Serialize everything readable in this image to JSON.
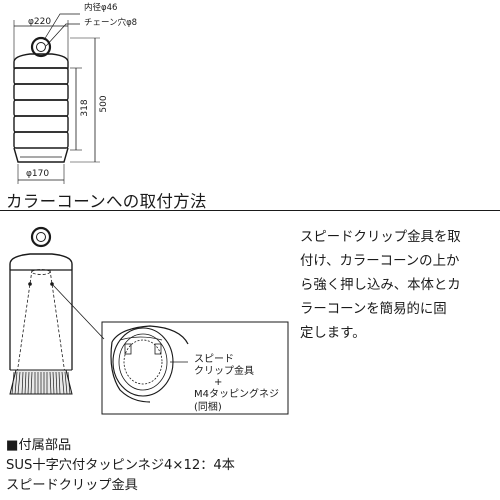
{
  "top_diagram": {
    "dim_top_width": "φ220",
    "dim_inner_dia": "内径φ46",
    "dim_chain_hole": "チェーン穴φ8",
    "dim_total_height": "500",
    "dim_body_height": "318",
    "dim_bottom_width": "φ170"
  },
  "section_title": "カラーコーンへの取付方法",
  "description_lines": [
    "スピードクリップ金具を取",
    "付け、カラーコーンの上か",
    "ら強く押し込み、本体とカ",
    "ラーコーンを簡易的に固",
    "定します。"
  ],
  "detail_callout": {
    "line1": "スピード",
    "line2": "クリップ金具",
    "line3": "+",
    "line4": "M4タッピングネジ",
    "line5": "(同梱)"
  },
  "parts": {
    "heading": "■付属部品",
    "item1": "SUS十字穴付タッピンネジ4×12：4本",
    "item2": "スピードクリップ金具"
  }
}
